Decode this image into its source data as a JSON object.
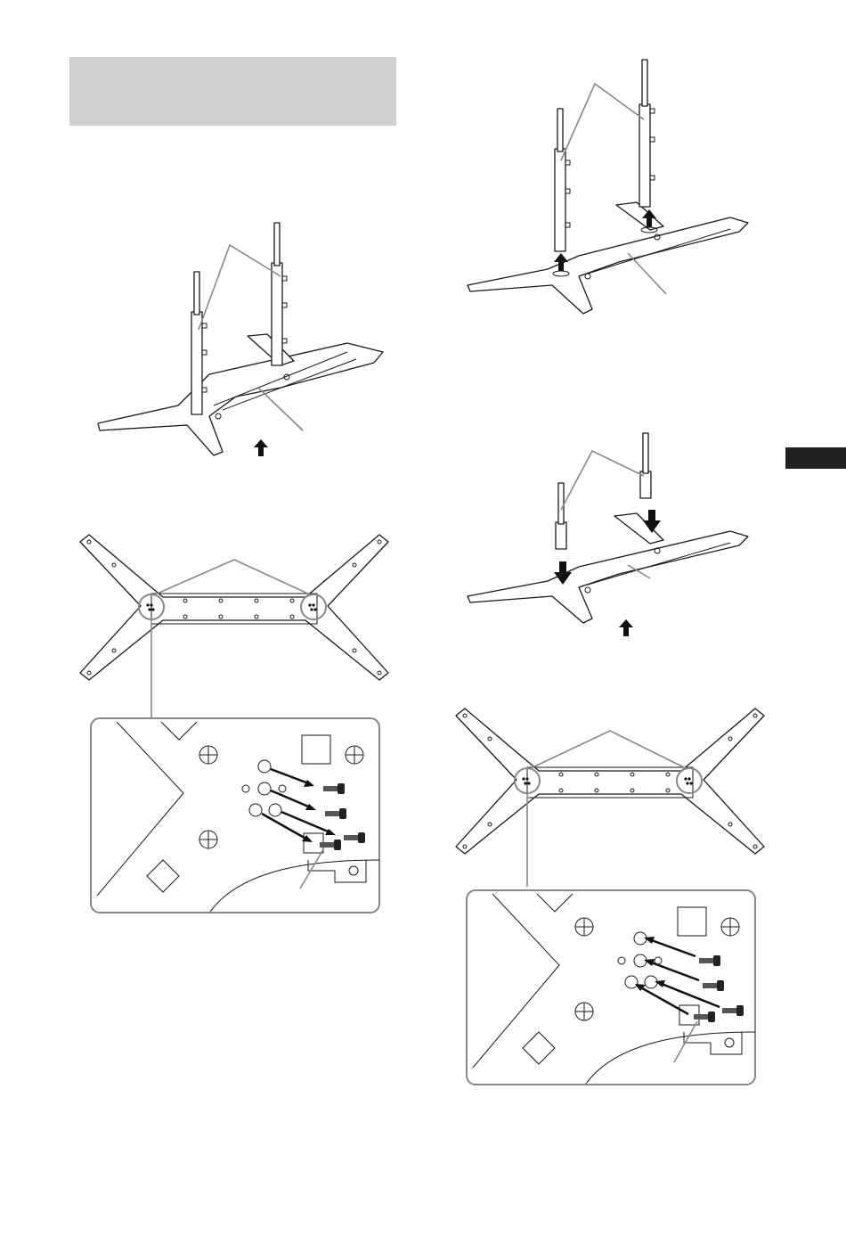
{
  "page": {
    "heading_banner_text": "",
    "side_tab_text": ""
  },
  "figures": [
    {
      "id": "stand-with-posts",
      "description_visible": false
    },
    {
      "id": "stand-removing-posts"
    },
    {
      "id": "stand-inserting-posts"
    },
    {
      "id": "base-underside-left"
    },
    {
      "id": "base-underside-right"
    },
    {
      "id": "screw-detail-left"
    },
    {
      "id": "screw-detail-right"
    }
  ],
  "icons": [
    "up-arrow-icon",
    "down-arrow-icon",
    "screw-icon"
  ],
  "colors": {
    "banner": "#cfcfcf",
    "tab": "#222222",
    "leader_lines": "#888888",
    "line_art": "#1a1a1a"
  }
}
